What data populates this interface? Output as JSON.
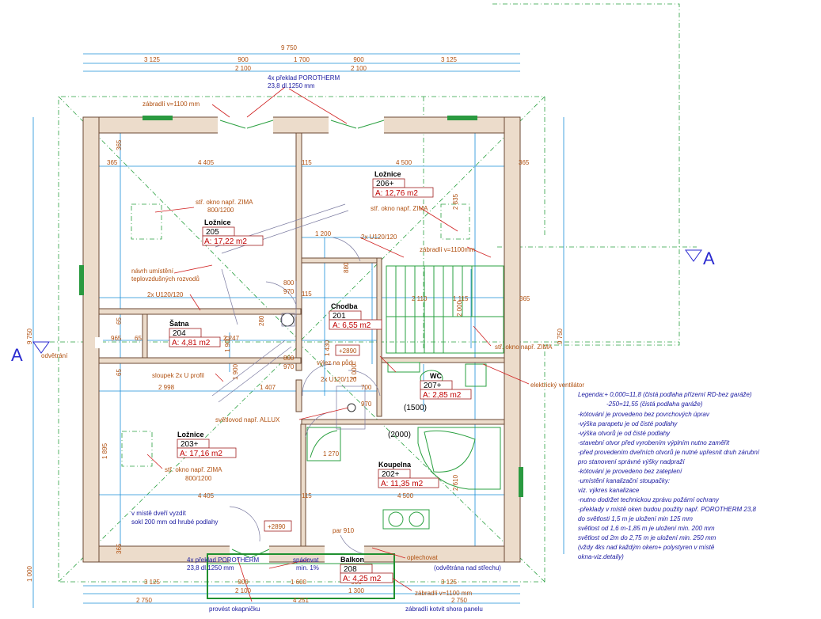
{
  "dimensions": {
    "overall_top": "9 750",
    "top_segments": [
      "3 125",
      "900",
      "1 700",
      "900",
      "3 125"
    ],
    "top_sub": [
      "2 100",
      "2 100"
    ],
    "bottom_segments": [
      "3 125",
      "900",
      "1 600",
      "900",
      "3 125"
    ],
    "bottom_sub": [
      "2 100",
      "1 300"
    ],
    "bottom_row3": [
      "2 750",
      "4 251",
      "2 750"
    ],
    "left_vertical": [
      "9 750",
      "1 000"
    ],
    "right_vertical": "9 750",
    "inner": [
      "365",
      "4 405",
      "115",
      "4 500",
      "365",
      "365",
      "1 200",
      "115",
      "2 110",
      "1 115",
      "365",
      "2 998",
      "1 407",
      "700",
      "970",
      "4 405",
      "4 500",
      "115",
      "1 270",
      "1 895",
      "2 610",
      "2 835",
      "2 000",
      "1 000",
      "365",
      "880",
      "800",
      "970",
      "800",
      "970",
      "65",
      "965",
      "65",
      "280",
      "65",
      "1 900",
      "2 247",
      "1 430",
      "1 900"
    ],
    "elev_small": [
      "+2890",
      "+2890"
    ],
    "window_codes": [
      "(2000)",
      "(1500)"
    ]
  },
  "rooms": [
    {
      "name": "Ložnice",
      "number": "205",
      "area": "A: 17,22 m2"
    },
    {
      "name": "Ložnice",
      "number": "206+",
      "area": "A: 12,76 m2"
    },
    {
      "name": "Chodba",
      "number": "201",
      "area": "A: 6,55 m2"
    },
    {
      "name": "Šatna",
      "number": "204",
      "area": "A: 4,81 m2"
    },
    {
      "name": "WC",
      "number": "207+",
      "area": "A: 2,85 m2"
    },
    {
      "name": "Ložnice",
      "number": "203+",
      "area": "A: 17,16 m2"
    },
    {
      "name": "Koupelna",
      "number": "202+",
      "area": "A: 11,35 m2"
    },
    {
      "name": "Balkon",
      "number": "208",
      "area": "A: 4,25 m2"
    }
  ],
  "notes": {
    "lintel_top_1": "4x překlad POROTHERM",
    "lintel_top_2": "23,8 dl.1250 mm",
    "railing_top": "zábradlí v=1100 mm",
    "railing_right": "zábradlí v=1100mm",
    "window_205_1": "stř. okno např. ZIMA",
    "window_205_2": "800/1200",
    "window_206": "stř. okno např. ZIMA",
    "u120_1": "2x U120/120",
    "u120_2": "2x U120/120",
    "u120_3": "2x U120/120",
    "heating_1": "návrh umístění",
    "heating_2": "teplovzdušných rozvodů",
    "ventilation": "odvětrání",
    "column": "sloupek 2x U profil",
    "attic": "výlez na půdu",
    "window_wc": "stř. okno např. ZIMA",
    "fan": "elektrický ventilátor",
    "light": "světlovod např. ALLUX",
    "window_203_1": "stř. okno např. ZIMA",
    "window_203_2": "800/1200",
    "door_1": "v místě dveří vyzdít",
    "door_2": "sokl 200 mm od hrubé podlahy",
    "lintel_bot_1": "4x překlad POROTHERM",
    "lintel_bot_2": "23,8 dl.1250 mm",
    "slope_1": "spádovat",
    "slope_2": "min. 1%",
    "flashing": "oplechovat",
    "vent_roof": "(odvětrána nad střechu)",
    "railing_bot": "zábradlí v=1100 mm",
    "railing_anchor": "zábradlí kotvit shora panelu",
    "gutter": "provést okapničku",
    "par": "par 910",
    "section_mark": "A"
  },
  "legend": [
    "Legenda:+ 0,000=11,8 (čistá podlaha přízemí RD-bez garáže)",
    "-250=11,55  (čistá podlaha garáže)",
    "-kótování je provedeno bez povrchových úprav",
    "-výška parapetu je od čisté podlahy",
    "-výška otvorů je od čisté podlahy",
    "-stavební otvor před vyrobením výplním nutno zaměřit",
    "-před provedením dveřních otvorů je nutné upřesnit druh zárubní",
    " pro stanovení správné výšky nadpraží",
    "-kótování je provedeno bez zateplení",
    "-umístění kanalizační stoupačky:",
    "  viz. výkres kanalizace",
    "-nutno dodržet technickou zprávu požární ochrany",
    "-překlady v místě oken budou použity např. POROTHERM 23,8",
    " do světlosti 1,5 m je uložení min 125 mm",
    "  světlost od 1,6 m-1,85 m je uložení min. 200 mm",
    "  světlost od 2m do 2,75 m je uložení min. 250 mm",
    " (vždy 4ks nad každým okem+ polystyren v místě",
    " okna-viz.detaily)"
  ]
}
